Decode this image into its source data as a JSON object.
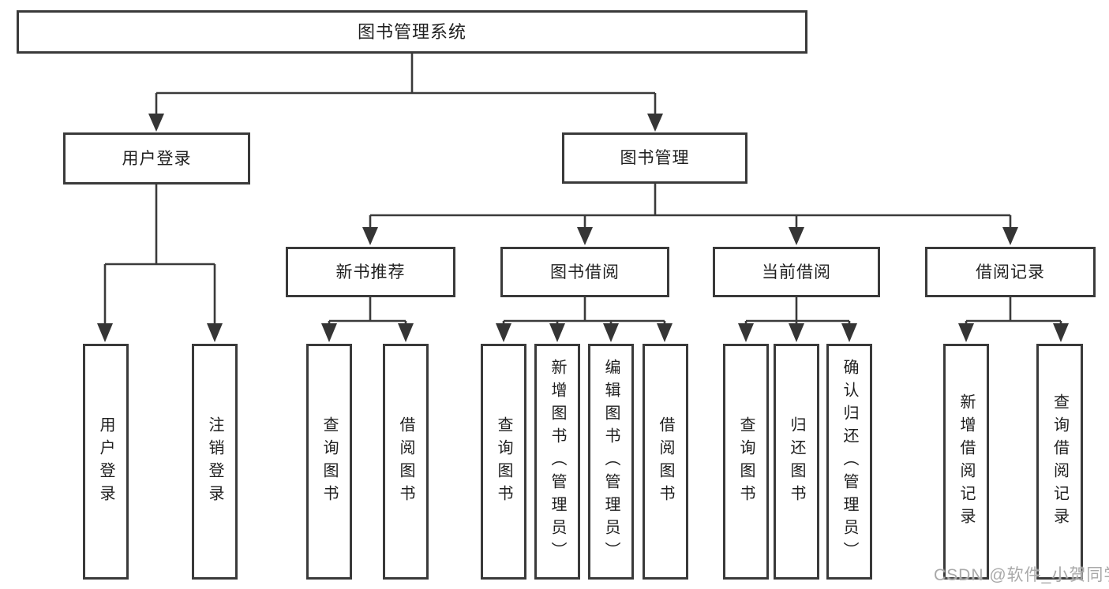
{
  "diagram": {
    "type": "tree",
    "title": "图书管理系统",
    "watermark": "CSDN @软件_小贺同学",
    "colors": {
      "line": "#3a3a3a",
      "box_border": "#3a3a3a",
      "box_fill": "#ffffff",
      "text": "#1f1f1f",
      "background": "#ffffff",
      "watermark_text": "#a9a9a9"
    },
    "nodes": {
      "root": {
        "label": "图书管理系统",
        "level": 0,
        "orientation": "horizontal"
      },
      "user_login": {
        "label": "用户登录",
        "level": 1,
        "orientation": "horizontal"
      },
      "book_mgmt": {
        "label": "图书管理",
        "level": 1,
        "orientation": "horizontal"
      },
      "new_book_rec": {
        "label": "新书推荐",
        "level": 2,
        "orientation": "horizontal"
      },
      "book_borrow": {
        "label": "图书借阅",
        "level": 2,
        "orientation": "horizontal"
      },
      "current_borrow": {
        "label": "当前借阅",
        "level": 2,
        "orientation": "horizontal"
      },
      "borrow_records": {
        "label": "借阅记录",
        "level": 2,
        "orientation": "horizontal"
      },
      "leaf_user_login": {
        "label": "用户登录",
        "level": 3,
        "orientation": "vertical"
      },
      "leaf_logout": {
        "label": "注销登录",
        "level": 3,
        "orientation": "vertical"
      },
      "rec_query_books": {
        "label": "查询图书",
        "level": 3,
        "orientation": "vertical"
      },
      "rec_borrow_books": {
        "label": "借阅图书",
        "level": 3,
        "orientation": "vertical"
      },
      "bb_query_books": {
        "label": "查询图书",
        "level": 3,
        "orientation": "vertical"
      },
      "bb_add_books": {
        "label": "新增图书（管理员）",
        "level": 3,
        "orientation": "vertical"
      },
      "bb_edit_books": {
        "label": "编辑图书（管理员）",
        "level": 3,
        "orientation": "vertical"
      },
      "bb_borrow_books": {
        "label": "借阅图书",
        "level": 3,
        "orientation": "vertical"
      },
      "cb_query_books": {
        "label": "查询图书",
        "level": 3,
        "orientation": "vertical"
      },
      "cb_return_books": {
        "label": "归还图书",
        "level": 3,
        "orientation": "vertical"
      },
      "cb_confirm_return": {
        "label": "确认归还（管理员）",
        "level": 3,
        "orientation": "vertical"
      },
      "br_add_record": {
        "label": "新增借阅记录",
        "level": 3,
        "orientation": "vertical"
      },
      "br_query_record": {
        "label": "查询借阅记录",
        "level": 3,
        "orientation": "vertical"
      }
    },
    "edges": [
      [
        "root",
        "user_login"
      ],
      [
        "root",
        "book_mgmt"
      ],
      [
        "user_login",
        "leaf_user_login"
      ],
      [
        "user_login",
        "leaf_logout"
      ],
      [
        "book_mgmt",
        "new_book_rec"
      ],
      [
        "book_mgmt",
        "book_borrow"
      ],
      [
        "book_mgmt",
        "current_borrow"
      ],
      [
        "book_mgmt",
        "borrow_records"
      ],
      [
        "new_book_rec",
        "rec_query_books"
      ],
      [
        "new_book_rec",
        "rec_borrow_books"
      ],
      [
        "book_borrow",
        "bb_query_books"
      ],
      [
        "book_borrow",
        "bb_add_books"
      ],
      [
        "book_borrow",
        "bb_edit_books"
      ],
      [
        "book_borrow",
        "bb_borrow_books"
      ],
      [
        "current_borrow",
        "cb_query_books"
      ],
      [
        "current_borrow",
        "cb_return_books"
      ],
      [
        "current_borrow",
        "cb_confirm_return"
      ],
      [
        "borrow_records",
        "br_add_record"
      ],
      [
        "borrow_records",
        "br_query_record"
      ]
    ]
  }
}
